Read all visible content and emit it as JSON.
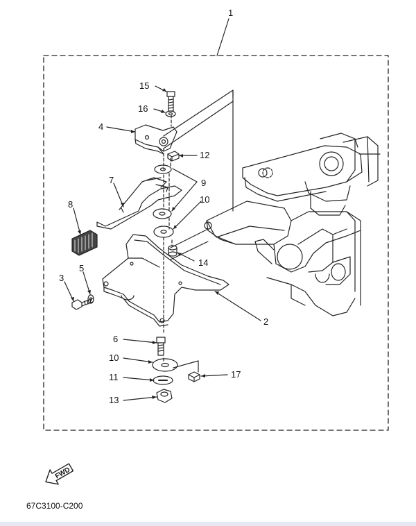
{
  "callouts": {
    "c1": "1",
    "c2": "2",
    "c3": "3",
    "c4": "4",
    "c5": "5",
    "c6": "6",
    "c7": "7",
    "c8": "8",
    "c9": "9",
    "c10a": "10",
    "c10b": "10",
    "c11": "11",
    "c12": "12",
    "c13": "13",
    "c14": "14",
    "c15": "15",
    "c16": "16",
    "c17": "17"
  },
  "figure_code": "67C3100-C200",
  "fwd_label": "FWD",
  "colors": {
    "line": "#222222",
    "bottom_strip": "#e8e8f4"
  }
}
